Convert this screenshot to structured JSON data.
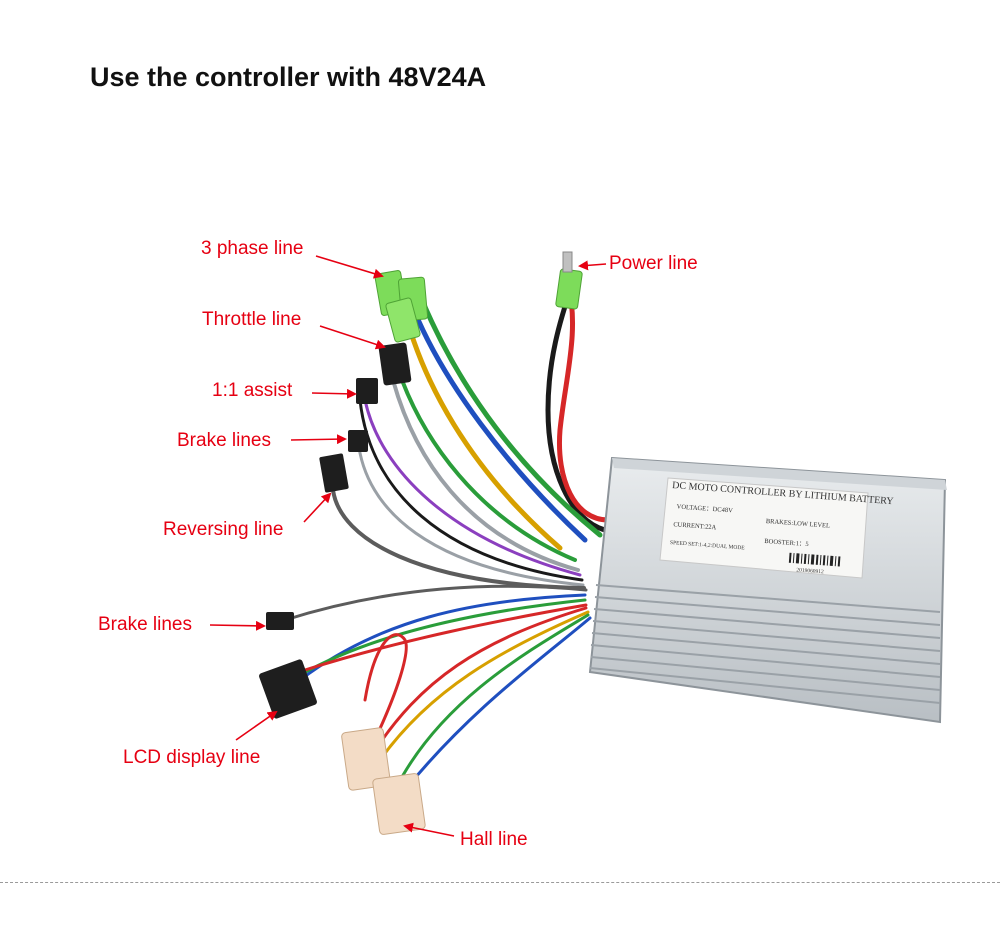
{
  "title": "Use the controller with 48V24A",
  "label_color": "#e60012",
  "arrow_color": "#e60012",
  "labels": {
    "three_phase": "3 phase line",
    "power": "Power line",
    "throttle": "Throttle line",
    "assist": "1:1 assist",
    "brake_upper": "Brake lines",
    "reversing": "Reversing line",
    "brake_lower": "Brake lines",
    "lcd": "LCD display line",
    "hall": "Hall line"
  },
  "controller_sticker": {
    "heading": "DC MOTO CONTROLLER BY LITHIUM BATTERY",
    "voltage": "VOLTAGE：DC48V",
    "current": "CURRENT:22A",
    "brakes": "BRAKES:LOW LEVEL",
    "booster": "BOOSTER:1：5",
    "speed": "SPEED SET:1-4,2:DUAL MODE",
    "serial": "2019060912"
  }
}
